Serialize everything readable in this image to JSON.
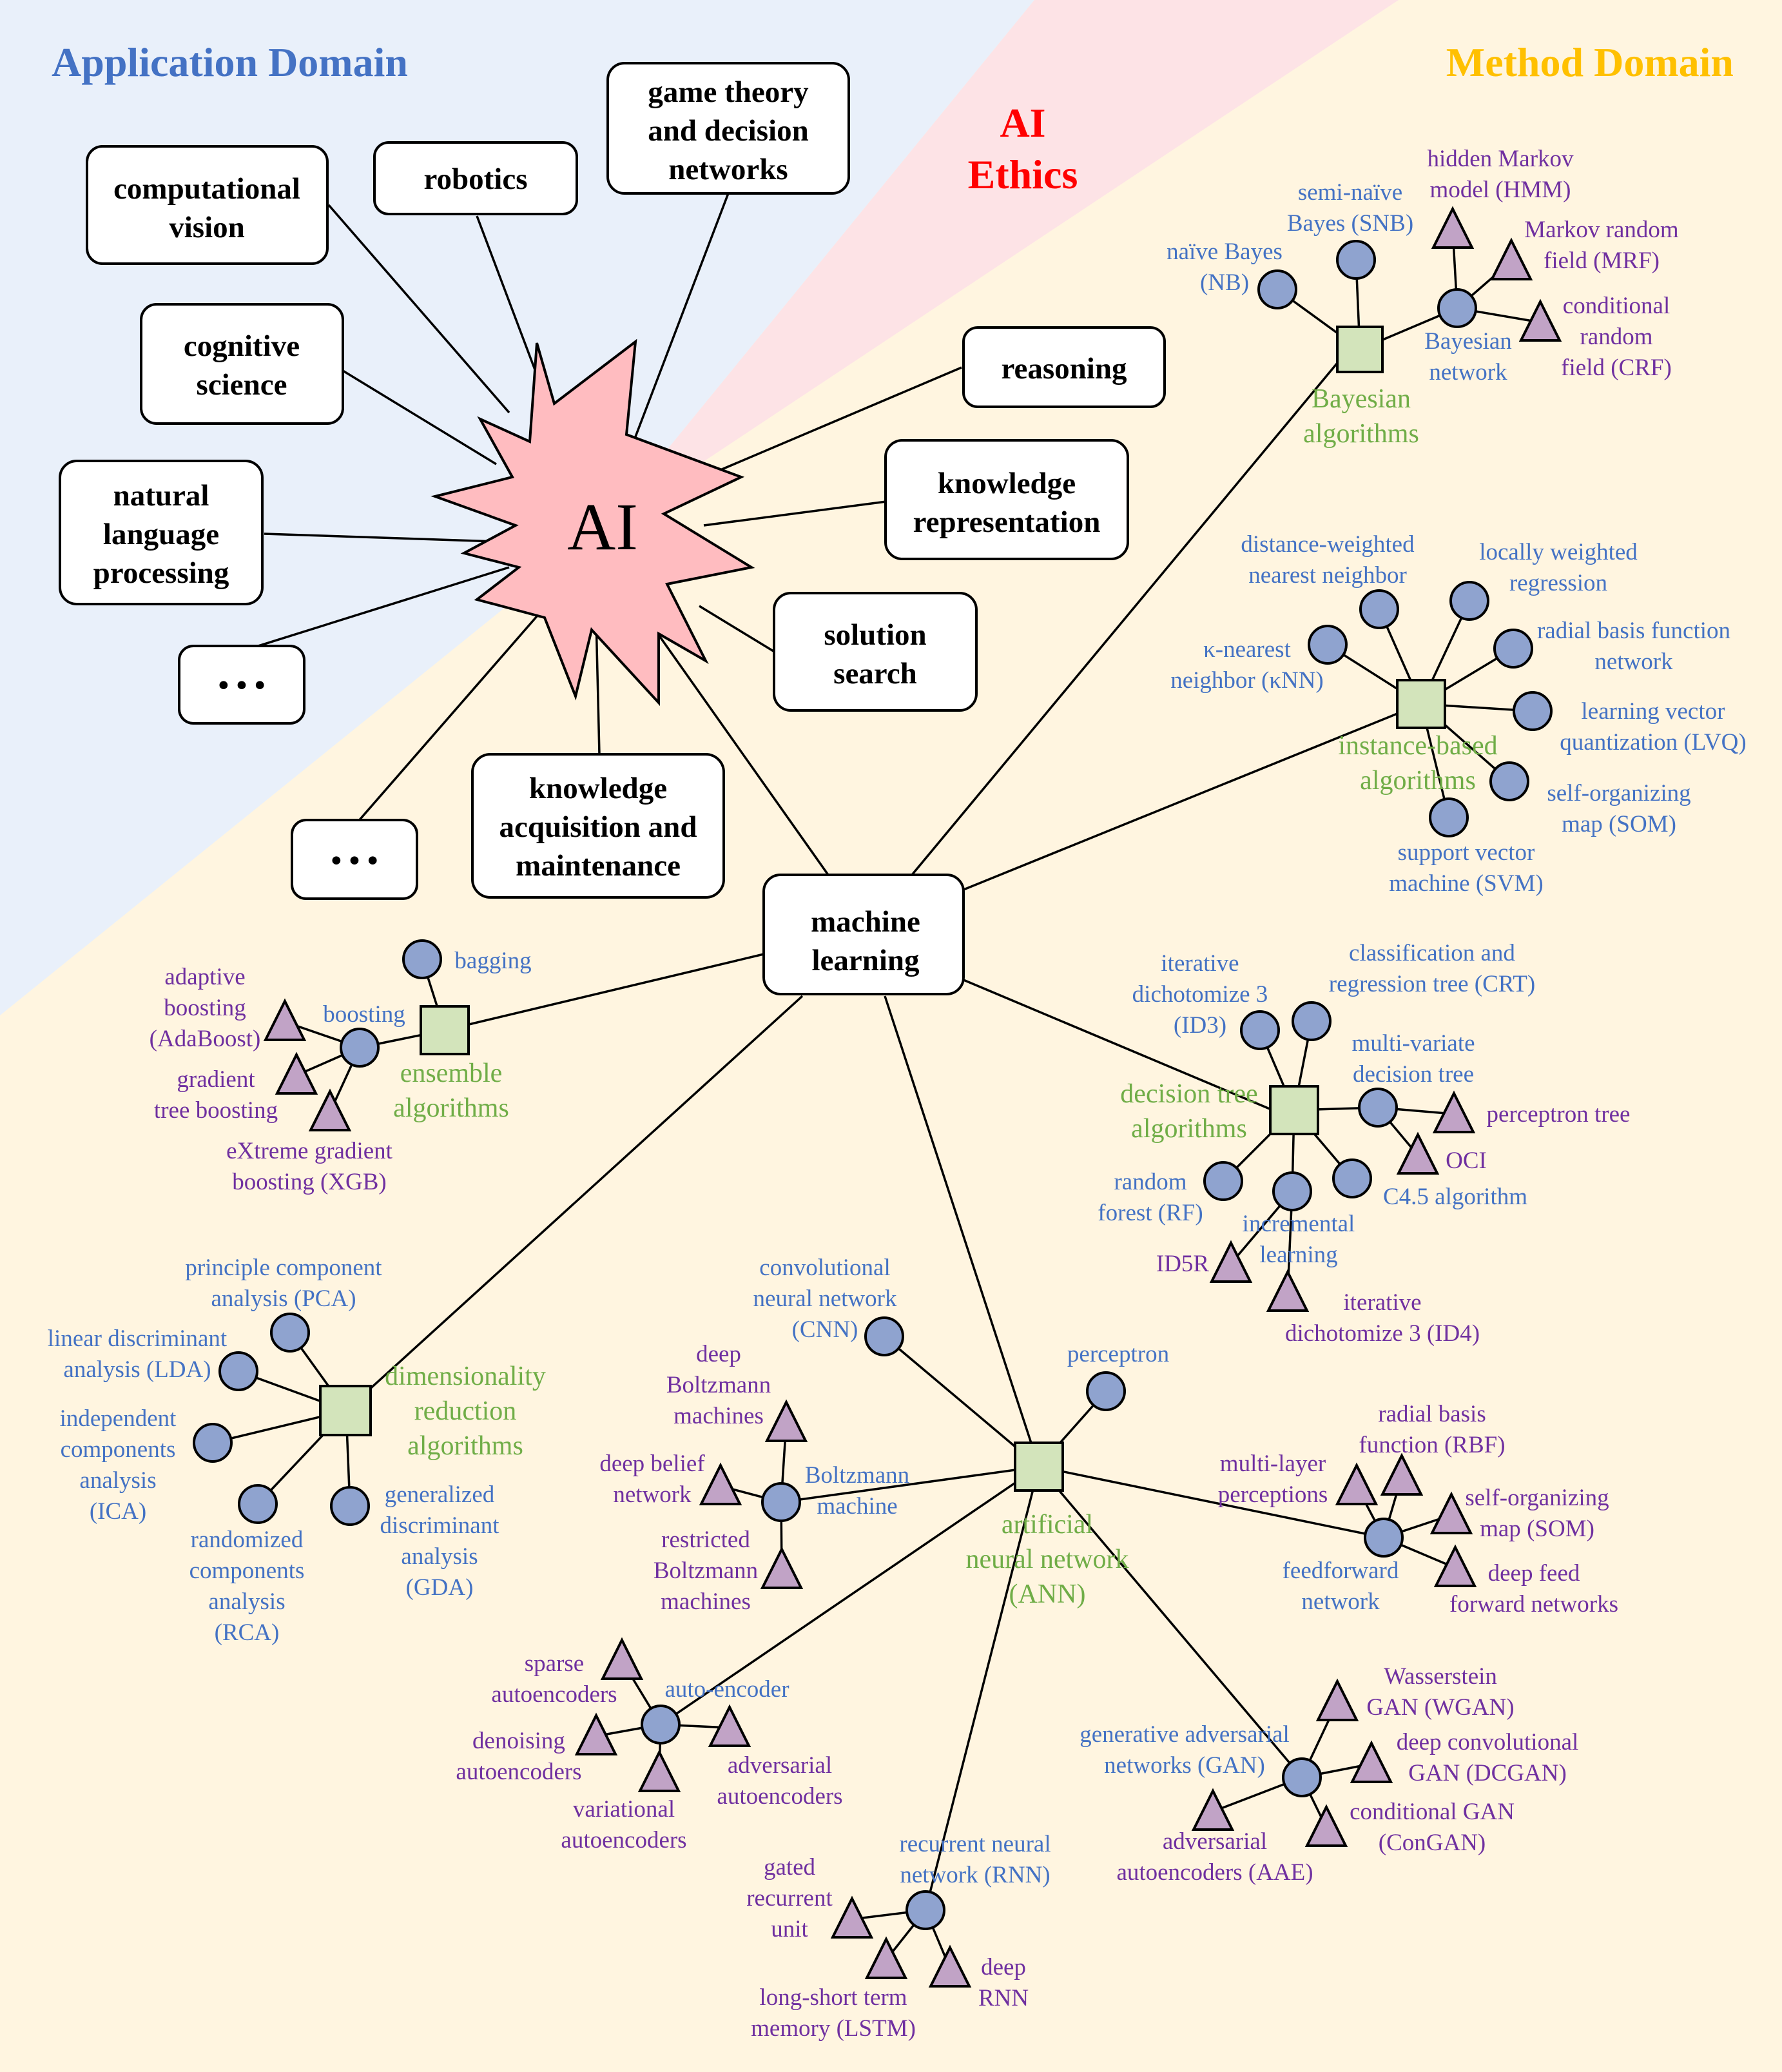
{
  "domains": {
    "application": "Application Domain",
    "method": "Method Domain",
    "ethics_line1": "AI",
    "ethics_line2": "Ethics"
  },
  "center": {
    "label": "AI"
  },
  "application_nodes": {
    "computational_vision": [
      "computational",
      "vision"
    ],
    "robotics": [
      "robotics"
    ],
    "game_theory": [
      "game theory",
      "and decision",
      "networks"
    ],
    "cognitive_science": [
      "cognitive",
      "science"
    ],
    "nlp": [
      "natural",
      "language",
      "processing"
    ],
    "ellipsis": [
      "• • •"
    ]
  },
  "method_nodes": {
    "reasoning": [
      "reasoning"
    ],
    "knowledge_representation": [
      "knowledge",
      "representation"
    ],
    "solution_search": [
      "solution",
      "search"
    ],
    "knowledge_acquisition": [
      "knowledge",
      "acquisition and",
      "maintenance"
    ],
    "ellipsis": [
      "• • •"
    ],
    "machine_learning": [
      "machine",
      "learning"
    ]
  },
  "categories": {
    "bayesian": [
      "Bayesian",
      "algorithms"
    ],
    "instance_based": [
      "instance-based",
      "algorithms"
    ],
    "decision_tree": [
      "decision tree",
      "algorithms"
    ],
    "ensemble": [
      "ensemble",
      "algorithms"
    ],
    "dimensionality_reduction": [
      "dimensionality",
      "reduction",
      "algorithms"
    ],
    "ann": [
      "artificial",
      "neural network",
      "(ANN)"
    ]
  },
  "methods": {
    "naive_bayes": [
      "naïve Bayes",
      "(NB)"
    ],
    "semi_naive_bayes": [
      "semi-naïve",
      "Bayes (SNB)"
    ],
    "bayesian_network": [
      "Bayesian",
      "network"
    ],
    "knn": [
      "κ-nearest",
      "neighbor (κNN)"
    ],
    "distance_weighted_nn": [
      "distance-weighted",
      "nearest neighbor"
    ],
    "locally_weighted_regression": [
      "locally weighted",
      "regression"
    ],
    "rbf_network": [
      "radial basis function",
      "network"
    ],
    "lvq": [
      "learning vector",
      "quantization (LVQ)"
    ],
    "som": [
      "self-organizing",
      "map (SOM)"
    ],
    "svm": [
      "support vector",
      "machine (SVM)"
    ],
    "id3": [
      "iterative",
      "dichotomize 3",
      "(ID3)"
    ],
    "crt": [
      "classification and",
      "regression tree (CRT)"
    ],
    "multivariate_tree": [
      "multi-variate",
      "decision tree"
    ],
    "random_forest": [
      "random",
      "forest (RF)"
    ],
    "incremental_learning": [
      "incremental",
      "learning"
    ],
    "c45": [
      "C4.5 algorithm"
    ],
    "bagging": [
      "bagging"
    ],
    "boosting": [
      "boosting"
    ],
    "pca": [
      "principle component",
      "analysis (PCA)"
    ],
    "lda": [
      "linear discriminant",
      "analysis (LDA)"
    ],
    "ica": [
      "independent",
      "components",
      "analysis",
      "(ICA)"
    ],
    "rca": [
      "randomized",
      "components",
      "analysis",
      "(RCA)"
    ],
    "gda": [
      "generalized",
      "discriminant",
      "analysis",
      "(GDA)"
    ],
    "cnn": [
      "convolutional",
      "neural network",
      "(CNN)"
    ],
    "perceptron": [
      "perceptron"
    ],
    "boltzmann_machine": [
      "Boltzmann",
      "machine"
    ],
    "feedforward_network": [
      "feedforward",
      "network"
    ],
    "autoencoder": [
      "auto-encoder"
    ],
    "gan": [
      "generative adversarial",
      "networks (GAN)"
    ],
    "rnn": [
      "recurrent neural",
      "network (RNN)"
    ]
  },
  "submethods": {
    "hmm": [
      "hidden Markov",
      "model (HMM)"
    ],
    "mrf": [
      "Markov random",
      "field (MRF)"
    ],
    "crf": [
      "conditional",
      "random",
      "field (CRF)"
    ],
    "perceptron_tree": [
      "perceptron tree"
    ],
    "oci": [
      "OCI"
    ],
    "id5r": [
      "ID5R"
    ],
    "id4": [
      "iterative",
      "dichotomize 3 (ID4)"
    ],
    "adaboost": [
      "adaptive",
      "boosting",
      "(AdaBoost)"
    ],
    "gradient_tree_boosting": [
      "gradient",
      "tree boosting"
    ],
    "xgb": [
      "eXtreme gradient",
      "boosting (XGB)"
    ],
    "deep_boltzmann": [
      "deep",
      "Boltzmann",
      "machines"
    ],
    "deep_belief": [
      "deep belief",
      "network"
    ],
    "restricted_boltzmann": [
      "restricted",
      "Boltzmann",
      "machines"
    ],
    "mlp": [
      "multi-layer",
      "perceptions"
    ],
    "rbf": [
      "radial basis",
      "function (RBF)"
    ],
    "ann_som": [
      "self-organizing",
      "map (SOM)"
    ],
    "deep_feedforward": [
      "deep feed",
      "forward networks"
    ],
    "sparse_ae": [
      "sparse",
      "autoencoders"
    ],
    "denoising_ae": [
      "denoising",
      "autoencoders"
    ],
    "variational_ae": [
      "variational",
      "autoencoders"
    ],
    "adversarial_ae": [
      "adversarial",
      "autoencoders"
    ],
    "wgan": [
      "Wasserstein",
      "GAN (WGAN)"
    ],
    "dcgan": [
      "deep convolutional",
      "GAN (DCGAN)"
    ],
    "congan": [
      "conditional GAN",
      "(ConGAN)"
    ],
    "aae": [
      "adversarial",
      "autoencoders (AAE)"
    ],
    "gru": [
      "gated",
      "recurrent",
      "unit"
    ],
    "lstm": [
      "long-short term",
      "memory (LSTM)"
    ],
    "deep_rnn": [
      "deep",
      "RNN"
    ]
  },
  "colors": {
    "application_background": "#e9f0fa",
    "method_background": "#fff5e0",
    "ethics_background": "#fde3e6",
    "ai_star": "#ffbcc0",
    "application_title": "#4472c4",
    "method_title": "#ffc000",
    "ethics_title": "#ff0000",
    "category_square": "#d3e4bb",
    "category_text": "#70ad47",
    "method_circle": "#8fa3cf",
    "method_text": "#4472c4",
    "submethod_triangle": "#c1a3c6",
    "submethod_text": "#7030a0"
  },
  "legend_shapes": {
    "category": "square",
    "method": "circle",
    "submethod": "triangle"
  }
}
